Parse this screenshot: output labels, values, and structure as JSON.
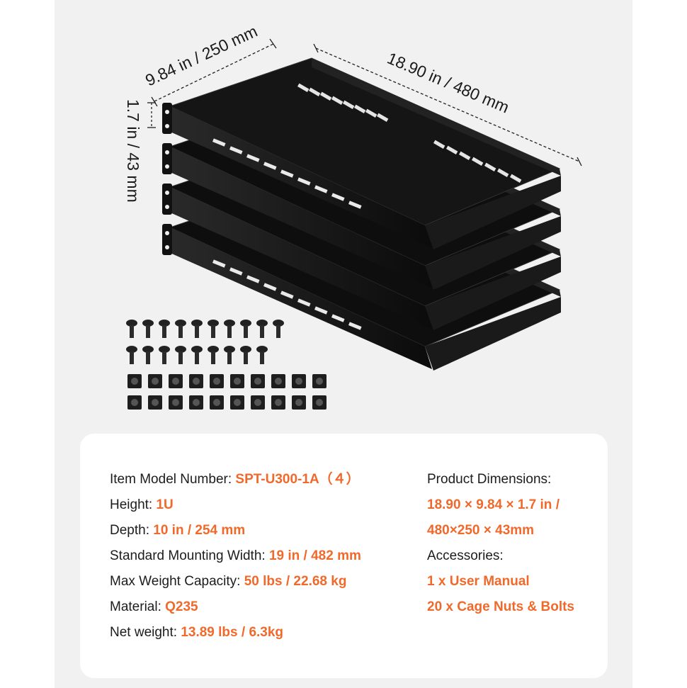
{
  "dimensions": {
    "depth": "9.84 in / 250 mm",
    "width": "18.90 in / 480 mm",
    "height": "1.7 in / 43 mm"
  },
  "product": {
    "shelf_count": 4,
    "bolt_rows": 2,
    "nut_rows": 2,
    "per_row": 10
  },
  "specs": {
    "left": [
      {
        "label": "Item Model Number: ",
        "value": "SPT-U300-1A（４）"
      },
      {
        "label": "Height:  ",
        "value": "1U"
      },
      {
        "label": "Depth: ",
        "value": "10 in / 254 mm"
      },
      {
        "label": "Standard Mounting Width: ",
        "value": "19 in / 482 mm"
      },
      {
        "label": "Max Weight Capacity: ",
        "value": "50 lbs / 22.68 kg"
      },
      {
        "label": "Material: ",
        "value": "Q235"
      },
      {
        "label": "Net weight: ",
        "value": "13.89 lbs / 6.3kg"
      }
    ],
    "right": {
      "dimensions_label": "Product Dimensions:",
      "dimensions_line1": "18.90 × 9.84 × 1.7 in /",
      "dimensions_line2": "480×250 × 43mm",
      "accessories_label": "Accessories:",
      "accessory_1": "1 x User Manual",
      "accessory_2": "20 x Cage Nuts & Bolts"
    }
  },
  "colors": {
    "accent": "#f0692b",
    "text": "#1c1c1c",
    "background": "#f1f1f1",
    "card": "#ffffff",
    "shelf": "#111111"
  }
}
